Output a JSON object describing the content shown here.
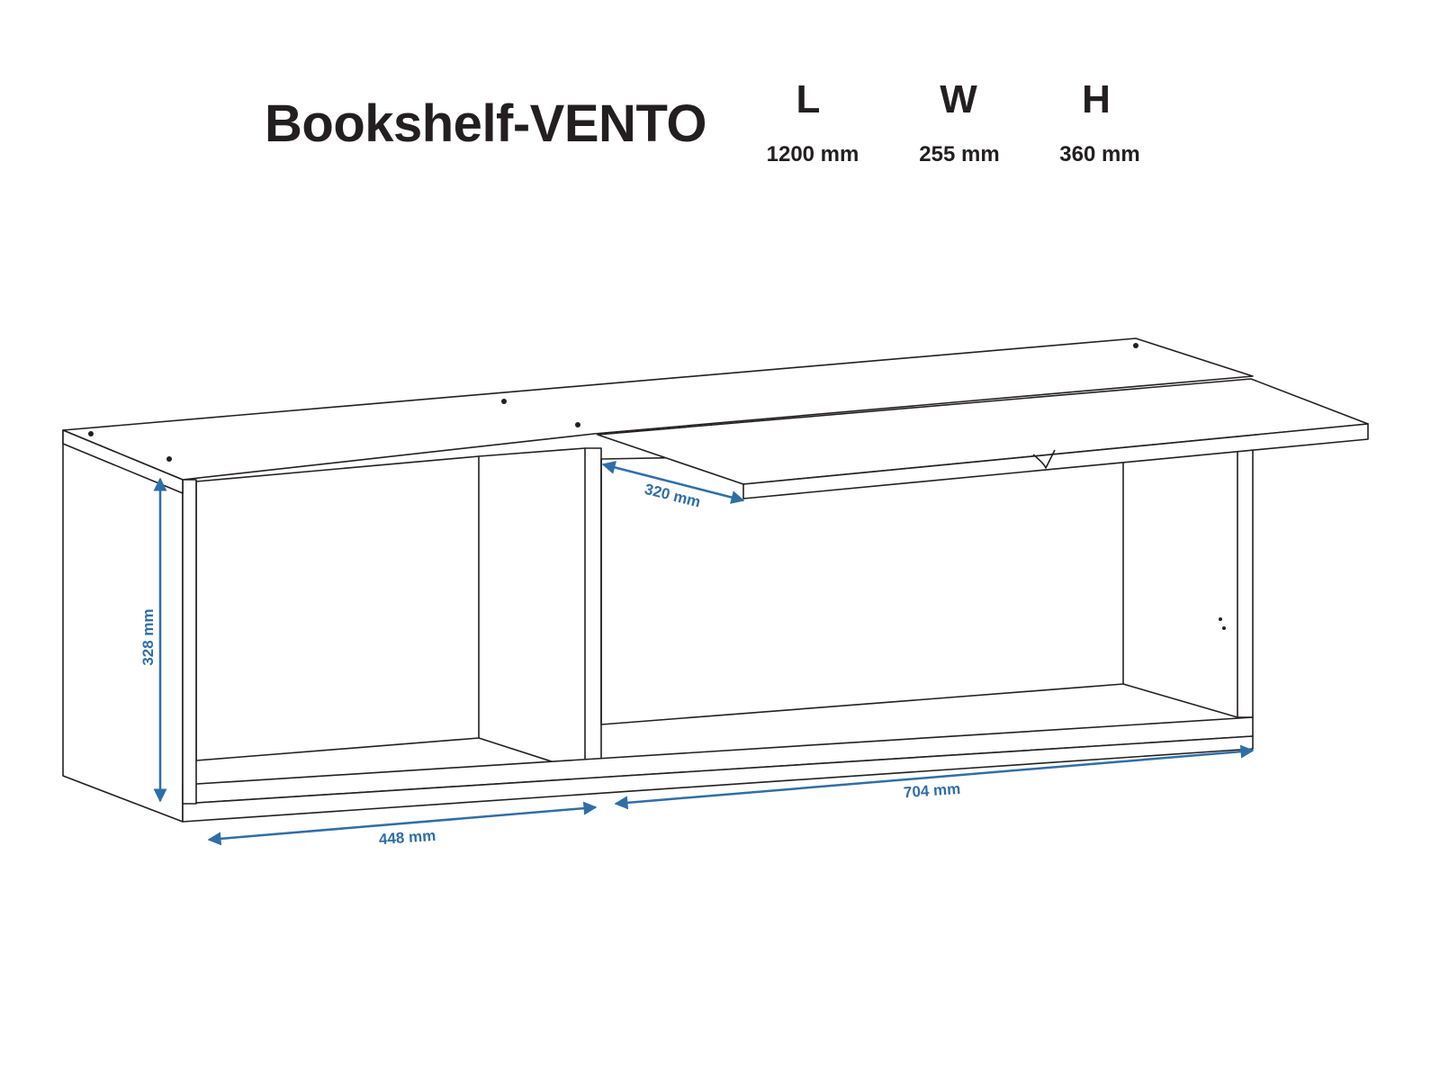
{
  "header": {
    "title": "Bookshelf-VENTO",
    "dimensions": [
      {
        "letter": "L",
        "value": "1200 mm"
      },
      {
        "letter": "W",
        "value": "255 mm"
      },
      {
        "letter": "H",
        "value": "360 mm"
      }
    ]
  },
  "measurements": {
    "height": "328 mm",
    "depth": "320 mm",
    "left_compartment": "448 mm",
    "right_compartment": "704 mm"
  },
  "colors": {
    "accent": "#2f6ea8",
    "ink": "#231f20"
  }
}
